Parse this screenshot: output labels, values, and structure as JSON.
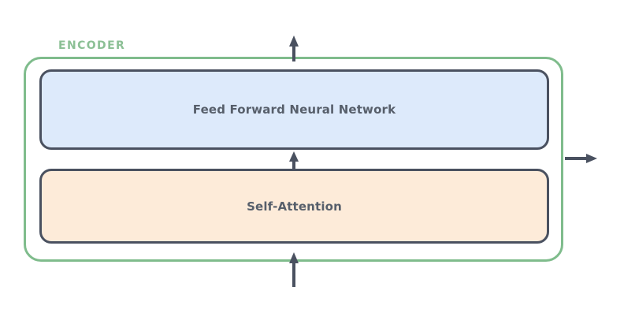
{
  "diagram": {
    "title_label": "ENCODER",
    "colors": {
      "encoder_border": "#7fbc8c",
      "encoder_label": "#8cc095",
      "sublayer_border": "#4a5160",
      "sublayer_text": "#575f6b",
      "ffnn_fill": "#ddeafb",
      "selfattn_fill": "#fdebd9",
      "arrow": "#4a5160",
      "background": "#ffffff"
    },
    "sublayers": [
      {
        "label": "Feed Forward Neural Network"
      },
      {
        "label": "Self-Attention"
      }
    ],
    "arrows": [
      {
        "name": "input-arrow",
        "direction": "up"
      },
      {
        "name": "selfattention-to-ffnn-arrow",
        "direction": "up"
      },
      {
        "name": "output-arrow-top",
        "direction": "up"
      },
      {
        "name": "output-arrow-right",
        "direction": "right"
      }
    ]
  }
}
